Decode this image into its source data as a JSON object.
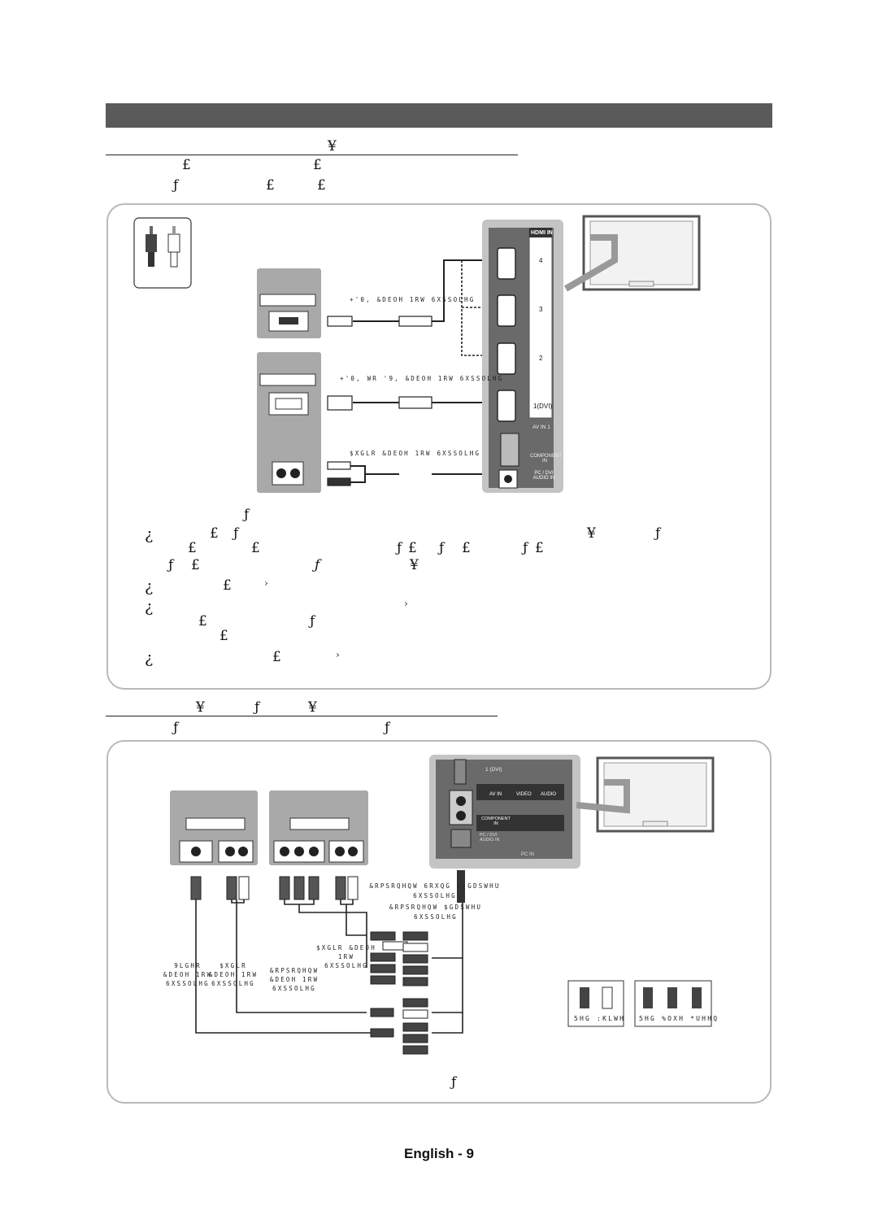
{
  "section1": {
    "heading_glyph": "¥",
    "line1_glyphs": [
      "£",
      "£"
    ],
    "line2_glyphs": [
      "ƒ",
      "£",
      "£"
    ]
  },
  "diagram1": {
    "port_header": "HDMI IN",
    "ports": [
      "4",
      "3",
      "2",
      "1(DVI)"
    ],
    "av_in_label": "AV IN 1",
    "component_label": "COMPONENT IN",
    "pc_audio_label": "PC / DVI AUDIO IN",
    "cable_hdmi": "+'0, &DEOH 1RW 6XSSOLHG",
    "cable_hdmi_dvi": "+'0, WR '9, &DEOH 1RW 6XSSOLHG",
    "cable_audio": "$XGLR &DEOH 1RW 6XSSOLHG",
    "caption_glyph": "ƒ"
  },
  "notes": [
    {
      "bullet": "¿",
      "line1": [
        "£",
        "ƒ",
        "ƒ",
        "£",
        "ƒ",
        "£",
        "ƒ",
        "£",
        "¥",
        "ƒ"
      ],
      "line2": [
        "£",
        "£"
      ],
      "line3": [
        "ƒ",
        "£",
        "ƒ",
        "¥"
      ]
    },
    {
      "bullet": "¿",
      "glyphs": [
        "£",
        "›"
      ]
    },
    {
      "bullet": "¿",
      "glyphs": [
        "›",
        "£",
        "ƒ",
        "£"
      ]
    },
    {
      "bullet": "¿",
      "glyphs": [
        "£",
        "›"
      ]
    }
  ],
  "section2": {
    "heading_glyphs": [
      "¥",
      "ƒ",
      "¥"
    ],
    "line_glyphs": [
      "ƒ",
      "ƒ"
    ]
  },
  "diagram2": {
    "panel_1dvi": "1 (DVI)",
    "av_in": "AV IN",
    "video": "VIDEO",
    "audio": "AUDIO",
    "component_in": "COMPONENT IN",
    "pc_dvi_audio": "PC / DVI AUDIO IN",
    "pc_in": "PC IN",
    "cable_component_sound": "&RPSRQHQW 6RXQG L|GDSWHU 6XSSOLHG",
    "cable_component_adapter": "&RPSRQHQW $GDSWHU 6XSSOLHG",
    "cable_audio": "$XGLR &DEOH 1RW 6XSSOLHG",
    "cable_video": "9LGHR &DEOH 1RW 6XSSOLHG",
    "cable_audio2": "$XGLR &DEOH 1RW 6XSSOLHG",
    "cable_component": "&RPSRQHQW &DEOH 1RW 6XSSOLHG",
    "legend_left": "5HG :KLWH",
    "legend_right": "5HG %OXH *UHHQ",
    "caption_glyph": "ƒ"
  },
  "footer": "English - 9"
}
